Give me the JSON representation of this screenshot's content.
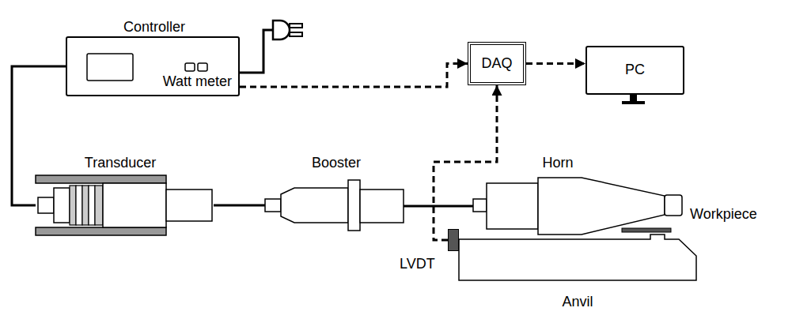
{
  "diagram": {
    "nodes": [
      {
        "text": [
          "Controller",
          "Watt meter"
        ]
      },
      {
        "text": [
          "DAQ"
        ]
      },
      {
        "text": [
          "PC"
        ]
      },
      {
        "text": [
          "Transducer"
        ]
      },
      {
        "text": [
          "Booster"
        ]
      },
      {
        "text": [
          "Horn"
        ]
      },
      {
        "text": [
          "LVDT"
        ]
      }
    ],
    "edges": [
      {
        "from": 0,
        "to": 1,
        "arrow": "to"
      },
      {
        "from": 1,
        "to": 2,
        "arrow": "to"
      },
      {
        "from": 6,
        "to": 1,
        "arrow": "to"
      },
      {
        "from": 0,
        "to": 3,
        "arrow": "none"
      },
      {
        "from": 3,
        "to": 4,
        "arrow": "none"
      },
      {
        "from": 4,
        "to": 5,
        "arrow": "none"
      }
    ],
    "labels": [
      "Workpiece",
      "Anvil"
    ]
  }
}
